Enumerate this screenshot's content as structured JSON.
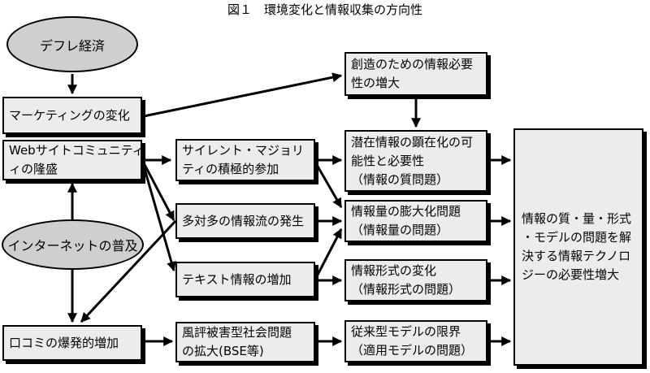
{
  "title": "図１　環境変化と情報収集の方向性",
  "nodes": {
    "deflation": "デフレ経済",
    "marketing": "マーケティングの変化",
    "web_community": [
      "Webサイトコミュニティ",
      "ィの隆盛"
    ],
    "internet": "インターネットの普及",
    "word_of_mouth": "口コミの爆発的増加",
    "creation_need": [
      "創造のための情報必要",
      "性の増大"
    ],
    "silent_majority": [
      "サイレント・マジョリ",
      "ティの積極的参加"
    ],
    "many_to_many": "多対多の情報流の発生",
    "text_increase": "テキスト情報の増加",
    "rumor_damage": [
      "風評被害型社会問題",
      "の拡大(BSE等)"
    ],
    "latent_info": [
      "潜在情報の顕在化の可",
      "能性と必要性",
      "（情報の質問題）"
    ],
    "info_volume": [
      "情報量の膨大化問題",
      "（情報量の問題）"
    ],
    "info_format": [
      "情報形式の変化",
      "（情報形式の問題）"
    ],
    "model_limit": [
      "従来型モデルの限界",
      "（適用モデルの問題）"
    ],
    "tech_need": [
      "情報の質・量・形式",
      "・モデルの問題を解",
      "決する情報テクノロ",
      "ジーの必要性増大"
    ]
  }
}
